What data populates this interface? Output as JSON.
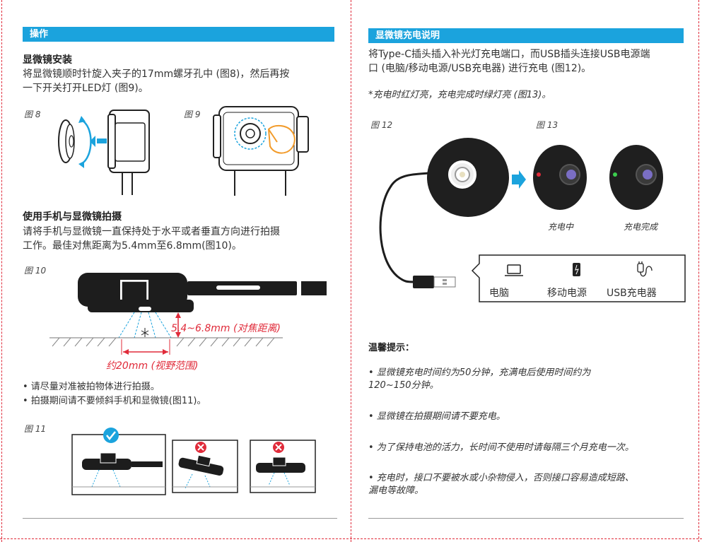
{
  "left": {
    "section_title": "操作",
    "install": {
      "title": "显微镜安装",
      "body_line1": "将显微镜顺时针旋入夹子的17mm螺牙孔中 (图8)，然后再按",
      "body_line2": "一下开关打开LED灯 (图9)。"
    },
    "fig8_label": "图 8",
    "fig9_label": "图 9",
    "shoot": {
      "title": "使用手机与显微镜拍摄",
      "body_line1": "请将手机与显微镜一直保持处于水平或者垂直方向进行拍摄",
      "body_line2": "工作。最佳对焦距离为5.4mm至6.8mm(图10)。"
    },
    "fig10_label": "图 10",
    "fig10_focus": "5.4~6.8mm (对焦距离)",
    "fig10_field": "约20mm (视野范围)",
    "bullets": [
      "• 请尽量对准被拍物体进行拍摄。",
      "• 拍摄期间请不要倾斜手机和显微镜(图11)。"
    ],
    "fig11_label": "图 11"
  },
  "right": {
    "section_title": "显微镜充电说明",
    "body_line1": "将Type-C插头插入补光灯充电端口，而USB插头连接USB电源端",
    "body_line2": "口 (电脑/移动电源/USB充电器) 进行充电 (图12)。",
    "note": "*充电时红灯亮，充电完成时绿灯亮 (图13)。",
    "fig12_label": "图 12",
    "fig13_label": "图 13",
    "charging_label": "充电中",
    "charged_label": "充电完成",
    "power_sources": [
      "电脑",
      "移动电源",
      "USB充电器"
    ],
    "tips_title": "温馨提示：",
    "tips": [
      [
        "• 显微镜充电时间约为50分钟，充满电后使用时间约为",
        "120~150分钟。"
      ],
      [
        "• 显微镜在拍摄期间请不要充电。"
      ],
      [
        "• 为了保持电池的活力，长时间不使用时请每隔三个月充电一次。"
      ],
      [
        "• 充电时，接口不要被水或小杂物侵入，否则接口容易造成短路、",
        "漏电等故障。"
      ]
    ]
  },
  "colors": {
    "accent": "#1ba3dd",
    "cut_line": "#e02b3a",
    "error": "#e02b3a",
    "dimension": "#e02b3a",
    "arrow_blue": "#1ba3dd",
    "finger_orange": "#f29b2a"
  }
}
